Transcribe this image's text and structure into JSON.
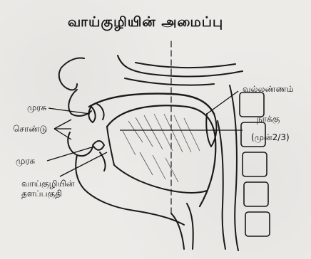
{
  "diagram": {
    "title": "வாய்குழியின் அமைப்பு",
    "labels": {
      "upper_gum": "முரசு",
      "lips": "சொண்டு",
      "lower_gum": "முரசு",
      "oral_floor_line1": "வாய்குழியின்",
      "oral_floor_line2": "தளப்பகுதி",
      "soft_palate": "வல்லண்ணம்",
      "tongue_line1": "நாக்கு",
      "tongue_line2": "(முன்2/3)"
    }
  }
}
